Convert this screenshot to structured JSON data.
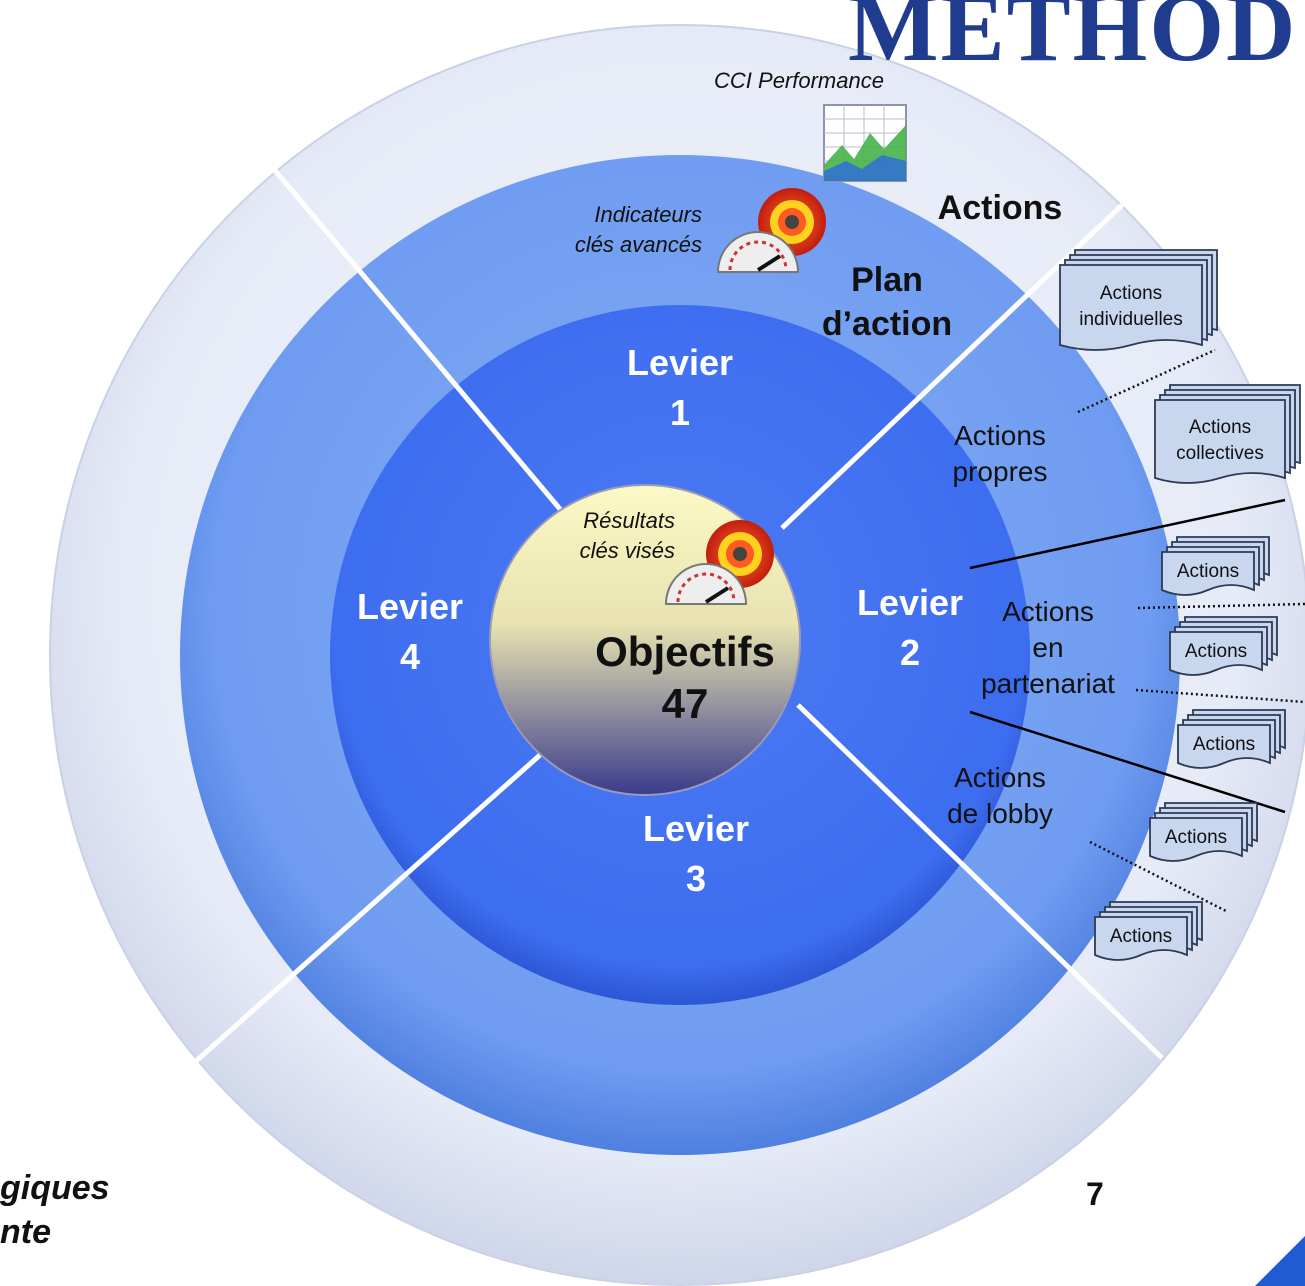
{
  "title": "METHOD",
  "rings": {
    "outer_label": "Actions",
    "middle_label": [
      "Plan",
      "d’action"
    ],
    "center_title": "Objectifs",
    "center_number": "47",
    "center_caption": [
      "Résultats",
      "clés visés"
    ]
  },
  "levers": [
    {
      "label": "Levier",
      "number": "1"
    },
    {
      "label": "Levier",
      "number": "2"
    },
    {
      "label": "Levier",
      "number": "3"
    },
    {
      "label": "Levier",
      "number": "4"
    }
  ],
  "indicators": {
    "performance": "CCI Performance",
    "advanced": [
      "Indicateurs",
      "clés avancés"
    ]
  },
  "action_types": {
    "propres": [
      "Actions",
      "propres"
    ],
    "partenariat": [
      "Actions",
      "en",
      "partenariat"
    ],
    "lobby": [
      "Actions",
      "de lobby"
    ]
  },
  "documents": [
    {
      "line1": "Actions",
      "line2": "individuelles"
    },
    {
      "line1": "Actions",
      "line2": "collectives"
    },
    {
      "line1": "Actions",
      "line2": ""
    },
    {
      "line1": "Actions",
      "line2": ""
    },
    {
      "line1": "Actions",
      "line2": ""
    },
    {
      "line1": "Actions",
      "line2": ""
    },
    {
      "line1": "Actions",
      "line2": ""
    }
  ],
  "footer": {
    "left_line1": "giques",
    "left_line2": "nte",
    "page_number": "7"
  },
  "colors": {
    "outer_ring": "#e6ebf7",
    "plan_ring": "#6f9cf1",
    "lever_ring": "#3d6df0",
    "center_top": "#fbf9c5",
    "center_bottom": "#3a3b8c",
    "title": "#1f3c8f"
  }
}
